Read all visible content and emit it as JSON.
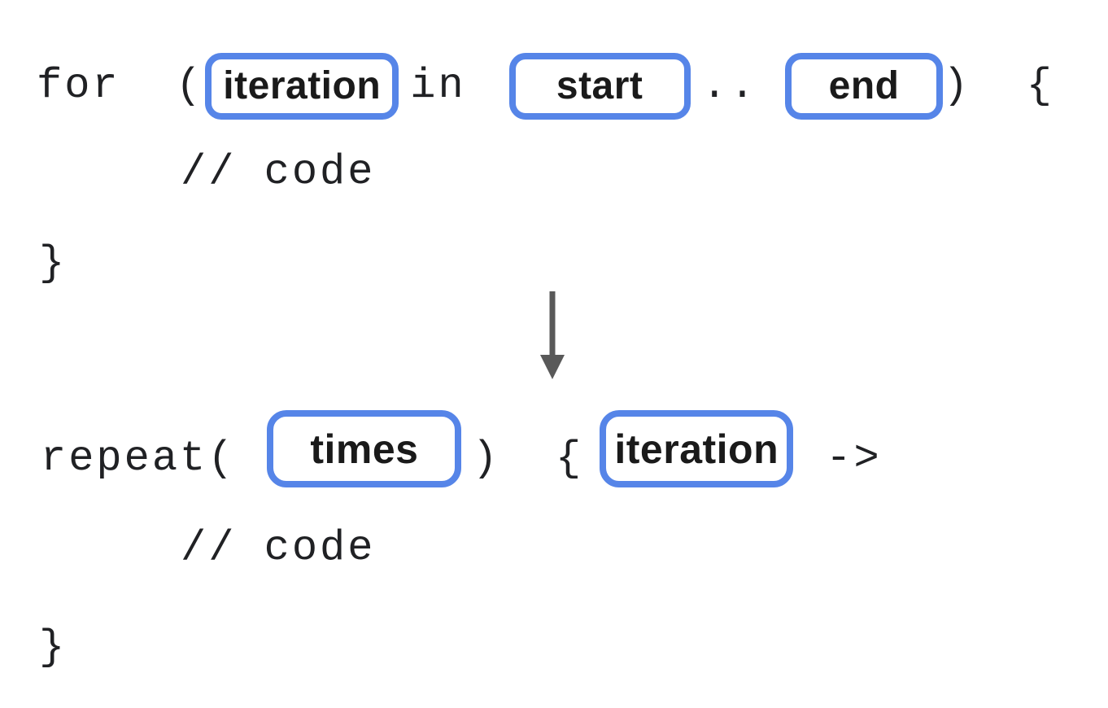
{
  "colors": {
    "accent_blue": "#5685e8",
    "arrow_gray": "#595959",
    "code_text": "#202124",
    "label_text": "#1a1a1a",
    "background": "#ffffff"
  },
  "for_block": {
    "tokens": {
      "keyword": "for  (",
      "in_keyword": "in",
      "range_operator": "..",
      "close": ")  {"
    },
    "placeholders": {
      "iteration": "iteration",
      "start": "start",
      "end": "end"
    },
    "comment": "// code",
    "closing_brace": "}"
  },
  "arrow": {
    "direction": "down"
  },
  "repeat_block": {
    "tokens": {
      "keyword": "repeat(",
      "close": ")  {",
      "lambda_arrow": "->"
    },
    "placeholders": {
      "times": "times",
      "iteration": "iteration"
    },
    "comment": "// code",
    "closing_brace": "}"
  }
}
